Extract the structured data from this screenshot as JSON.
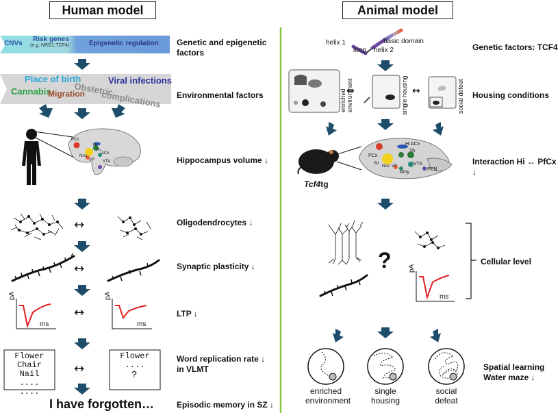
{
  "headers": {
    "human": "Human model",
    "animal": "Animal model"
  },
  "human": {
    "genetic_bar": {
      "cnvs": "CNVs",
      "risk_genes": "Risk genes",
      "risk_genes_sub": "(e.g. NRG1,TCF4)",
      "epigenetic": "Epigenetic regulation"
    },
    "env_words": {
      "place_of_birth": "Place of birth",
      "viral_infections": "Viral infections",
      "cannabis": "Cannabis",
      "migration": "Migration",
      "obstetric": "Obstetric",
      "complications": "complications"
    },
    "brain_regions": [
      "PCx",
      "Hi",
      "Th",
      "ACx",
      "NAc",
      "VP",
      "VTA"
    ],
    "axis": {
      "y": "pA",
      "x": "ms"
    },
    "word_list_full": "Flower\nChair\nNail\n....\n....",
    "word_list_partial": "Flower\n....",
    "word_list_q": "?",
    "forgotten": "I have forgotten…",
    "swap": "↔"
  },
  "human_labels": {
    "genetic": "Genetic and epigenetic factors",
    "environmental": "Environmental factors",
    "hippocampus": "Hippocampus volume ↓",
    "oligodendrocytes": "Oligodendrocytes ↓",
    "synaptic": "Synaptic plasticity ↓",
    "ltp": "LTP ↓",
    "word_replication": "Word replication rate ↓ in VLMT",
    "episodic": "Episodic memory in SZ ↓"
  },
  "animal": {
    "tcf4": {
      "helix1": "helix 1",
      "loop": "loop",
      "helix2": "helix 2",
      "basic": "basic domain"
    },
    "housing": {
      "enriched": "enriched environment",
      "single": "single housing",
      "social": "social defeat"
    },
    "mouse_label": "Tcf4tg",
    "mouse_label_italic": "Tcf4",
    "mouse_label_rest": "tg",
    "brain_regions": [
      "Hi",
      "ACx",
      "Th",
      "PCx",
      "Str",
      "NAc",
      "VP",
      "Amy",
      "VTA",
      "PPN"
    ],
    "question": "?",
    "axis": {
      "y": "pA",
      "x": "ms"
    },
    "maze_labels": {
      "enriched": "enriched environment",
      "single": "single housing",
      "social": "social defeat"
    }
  },
  "animal_labels": {
    "genetic": "Genetic factors: TCF4",
    "housing": "Housing conditions",
    "interaction": "Interaction Hi ↔ PfCx ↓",
    "cellular": "Cellular level",
    "spatial": "Spatial learning Water maze ↓"
  },
  "colors": {
    "arrow": "#1d4d6b",
    "divider": "#8cc63f",
    "trace": "#e02020",
    "cnv_bar": "#7fd8e0",
    "risk_bar": "#8fd4d8",
    "epi_bar": "#6f9fd8"
  }
}
